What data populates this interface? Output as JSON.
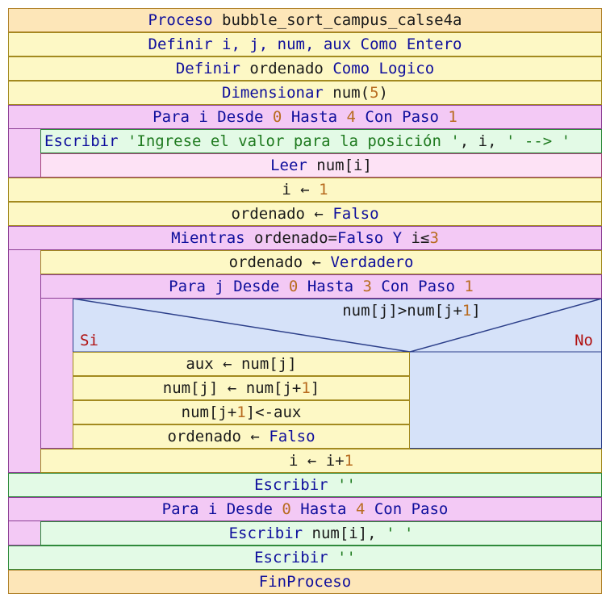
{
  "rows": {
    "proceso": [
      "Proceso",
      " bubble_sort_campus_calse4a"
    ],
    "definir1": [
      "Definir",
      " i, j, num, aux ",
      "Como Entero"
    ],
    "definir2": [
      "Definir",
      " ordenado ",
      "Como Logico"
    ],
    "dimensionar": [
      "Dimensionar",
      " num(",
      "5",
      ")"
    ],
    "para1": [
      "Para",
      " i ",
      "Desde",
      " ",
      "0",
      " ",
      "Hasta",
      " ",
      "4",
      " ",
      "Con Paso",
      " ",
      "1"
    ],
    "escribir1": [
      "Escribir",
      " ",
      "'Ingrese el valor para la posición '",
      ", i, ",
      "' --> '"
    ],
    "leer": [
      "Leer",
      " num[i]"
    ],
    "asig_i": [
      "i ← ",
      "1"
    ],
    "asig_ord": [
      "ordenado ← ",
      "Falso"
    ],
    "mientras": [
      "Mientras",
      " ordenado=",
      "Falso",
      " ",
      "Y",
      " i≤",
      "3"
    ],
    "ord_verdadero": [
      "ordenado ← ",
      "Verdadero"
    ],
    "para2": [
      "Para",
      " j ",
      "Desde",
      " ",
      "0",
      " ",
      "Hasta",
      " ",
      "3",
      " ",
      "Con Paso",
      " ",
      "1"
    ],
    "cond": [
      "num[j]>num[j+",
      "1",
      "]"
    ],
    "si": "Si",
    "no": "No",
    "aux": [
      "aux ← num[j]"
    ],
    "swap1": [
      "num[j] ← num[j+",
      "1",
      "]"
    ],
    "swap2": [
      "num[j+",
      "1",
      "]<-aux"
    ],
    "ord_falso": [
      "ordenado ← ",
      "Falso"
    ],
    "inc_i": [
      "i ← i+",
      "1"
    ],
    "escribir2": [
      "Escribir",
      " ''"
    ],
    "para3": [
      "Para",
      " i ",
      "Desde",
      " ",
      "0",
      " ",
      "Hasta",
      " ",
      "4",
      " ",
      "Con Paso"
    ],
    "escribir3": [
      "Escribir",
      " num[i], ",
      "' '"
    ],
    "escribir4": [
      "Escribir",
      " ''"
    ],
    "finproceso": [
      "FinProceso"
    ]
  },
  "colors": {
    "keyword": "#0e0e9c",
    "number": "#b86b1f",
    "string": "#1f7a1f",
    "si_no": "#b01010",
    "sequence_bg": "#fdf8c5",
    "loop_bg": "#f3c9f5",
    "read_bg": "#fde2f5",
    "write_bg": "#e3fae6",
    "condition_bg": "#d6e2f9",
    "endpoint_bg": "#fde6b8"
  }
}
